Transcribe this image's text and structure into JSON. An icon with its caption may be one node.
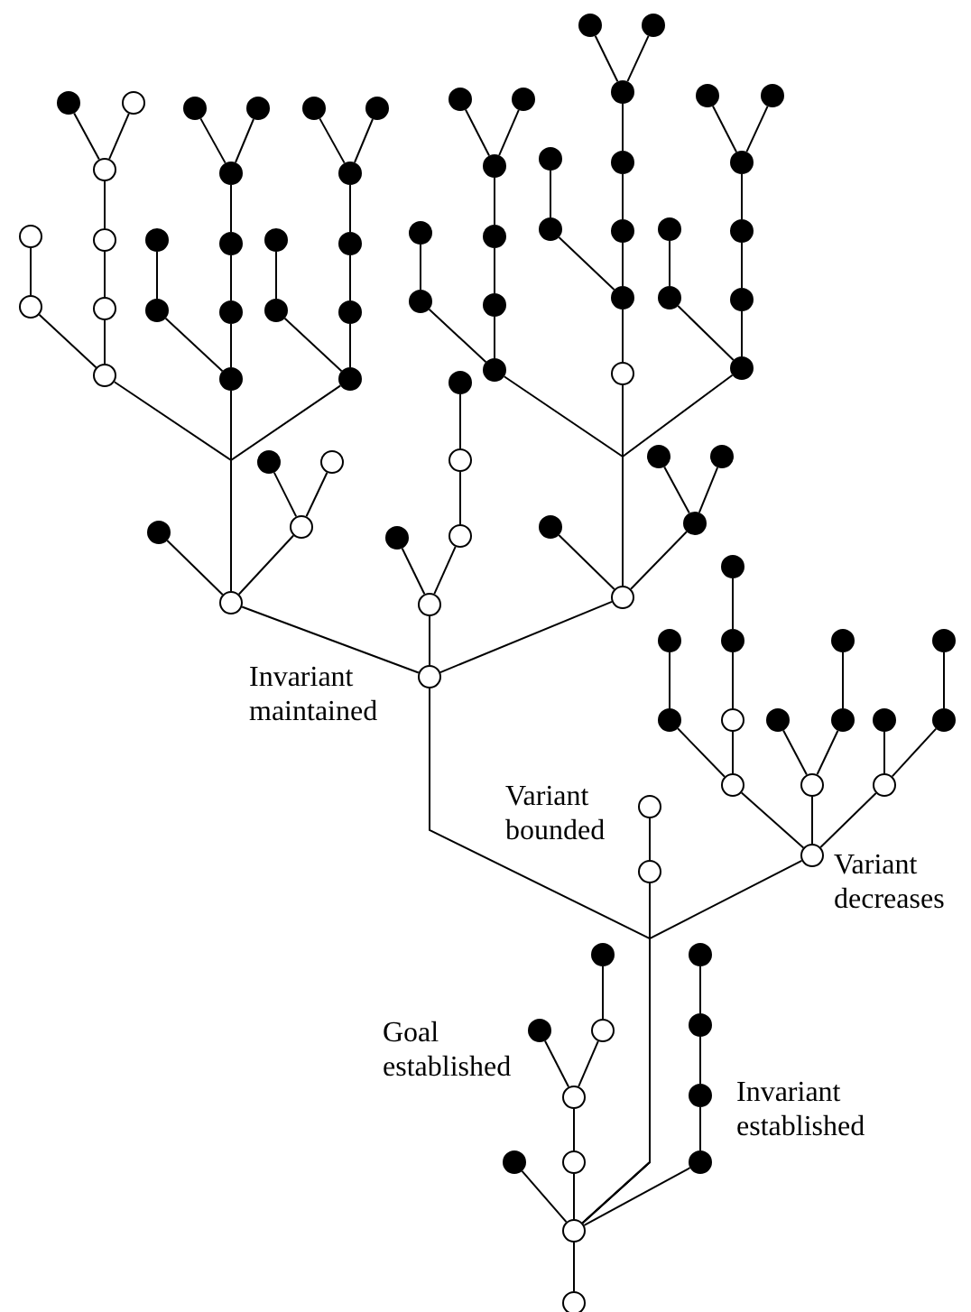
{
  "diagram": {
    "nodes": [
      {
        "text": [],
        "shape": "dot"
      },
      {
        "text": [],
        "shape": "dot"
      },
      {
        "text": [],
        "shape": "dot"
      },
      {
        "text": [],
        "shape": "dot"
      },
      {
        "text": [],
        "shape": "circle"
      },
      {
        "text": [],
        "shape": "dot"
      },
      {
        "text": [],
        "shape": "dot"
      },
      {
        "text": [],
        "shape": "dot"
      },
      {
        "text": [],
        "shape": "dot"
      },
      {
        "text": [],
        "shape": "dot"
      },
      {
        "text": [],
        "shape": "dot"
      },
      {
        "text": [],
        "shape": "dot"
      },
      {
        "text": [],
        "shape": "dot"
      },
      {
        "text": [],
        "shape": "circle"
      },
      {
        "text": [],
        "shape": "dot"
      },
      {
        "text": [],
        "shape": "dot"
      },
      {
        "text": [],
        "shape": "dot"
      },
      {
        "text": [],
        "shape": "dot"
      },
      {
        "text": [],
        "shape": "dot"
      },
      {
        "text": [],
        "shape": "dot"
      },
      {
        "text": [],
        "shape": "circle"
      },
      {
        "text": [],
        "shape": "circle"
      },
      {
        "text": [],
        "shape": "dot"
      },
      {
        "text": [],
        "shape": "dot"
      },
      {
        "text": [],
        "shape": "dot"
      },
      {
        "text": [],
        "shape": "dot"
      },
      {
        "text": [],
        "shape": "dot"
      },
      {
        "text": [],
        "shape": "dot"
      },
      {
        "text": [],
        "shape": "dot"
      },
      {
        "text": [],
        "shape": "dot"
      },
      {
        "text": [],
        "shape": "dot"
      },
      {
        "text": [],
        "shape": "dot"
      },
      {
        "text": [],
        "shape": "circle"
      },
      {
        "text": [],
        "shape": "circle"
      },
      {
        "text": [],
        "shape": "dot"
      },
      {
        "text": [],
        "shape": "dot"
      },
      {
        "text": [],
        "shape": "dot"
      },
      {
        "text": [],
        "shape": "dot"
      },
      {
        "text": [],
        "shape": "dot"
      },
      {
        "text": [],
        "shape": "dot"
      },
      {
        "text": [],
        "shape": "dot"
      },
      {
        "text": [],
        "shape": "dot"
      },
      {
        "text": [],
        "shape": "dot"
      },
      {
        "text": [],
        "shape": "circle"
      },
      {
        "text": [],
        "shape": "dot"
      },
      {
        "text": [],
        "shape": "dot"
      },
      {
        "text": [],
        "shape": "dot"
      },
      {
        "text": [],
        "shape": "dot"
      },
      {
        "text": [],
        "shape": "circle"
      },
      {
        "text": [],
        "shape": "dot"
      },
      {
        "text": [],
        "shape": "dot"
      },
      {
        "text": [],
        "shape": "circle"
      },
      {
        "text": [],
        "shape": "circle"
      },
      {
        "text": [],
        "shape": "dot"
      },
      {
        "text": [],
        "shape": "dot"
      },
      {
        "text": [],
        "shape": "dot"
      },
      {
        "text": [],
        "shape": "circle"
      },
      {
        "text": [],
        "shape": "dot"
      },
      {
        "text": [],
        "shape": "circle"
      },
      {
        "text": [],
        "shape": "dot"
      },
      {
        "text": [],
        "shape": "dot"
      },
      {
        "text": [],
        "shape": "dot"
      },
      {
        "text": [],
        "shape": "circle"
      },
      {
        "text": [],
        "shape": "circle"
      },
      {
        "text": [],
        "shape": "circle"
      },
      {
        "text": [],
        "shape": "dot"
      },
      {
        "text": [],
        "shape": "dot"
      },
      {
        "text": [],
        "shape": "dot"
      },
      {
        "text": [],
        "shape": "dot"
      },
      {
        "text": [],
        "shape": "circle",
        "beside": [
          "Invariant maintained"
        ]
      },
      {
        "text": [],
        "shape": "dot"
      },
      {
        "text": [],
        "shape": "circle"
      },
      {
        "text": [],
        "shape": "dot"
      },
      {
        "text": [],
        "shape": "dot"
      },
      {
        "text": [],
        "shape": "dot"
      },
      {
        "text": [],
        "shape": "dot"
      },
      {
        "text": [],
        "shape": "circle"
      },
      {
        "text": [],
        "shape": "circle"
      },
      {
        "text": [],
        "shape": "circle"
      },
      {
        "text": [],
        "shape": "circle"
      },
      {
        "text": [],
        "shape": "circle",
        "beside": [
          "Variant decreases"
        ]
      },
      {
        "text": [],
        "shape": "circle",
        "beside": [
          "Variant bounded"
        ]
      },
      {
        "text": [],
        "shape": "dot"
      },
      {
        "text": [],
        "shape": "dot"
      },
      {
        "text": [],
        "shape": "dot"
      },
      {
        "text": [],
        "shape": "dot",
        "beside": [
          "Goal established"
        ]
      },
      {
        "text": [],
        "shape": "circle"
      },
      {
        "text": [],
        "shape": "dot"
      },
      {
        "text": [],
        "shape": "circle"
      },
      {
        "text": [],
        "shape": "dot"
      },
      {
        "text": [],
        "shape": "circle"
      },
      {
        "text": [],
        "shape": "dot",
        "beside": [
          "Invariant established"
        ]
      },
      {
        "text": [],
        "shape": "circle"
      },
      {
        "text": [],
        "shape": "circle"
      }
    ],
    "edges": [
      {
        "from": 13,
        "to": 3,
        "arrow": "none"
      },
      {
        "from": 13,
        "to": 4,
        "arrow": "none"
      },
      {
        "from": 21,
        "to": 13,
        "arrow": "none"
      },
      {
        "from": 33,
        "to": 21,
        "arrow": "none"
      },
      {
        "from": 43,
        "to": 33,
        "arrow": "none"
      },
      {
        "from": 32,
        "to": 20,
        "arrow": "none"
      },
      {
        "from": 43,
        "to": 32,
        "arrow": "none"
      },
      {
        "from": 14,
        "to": 5,
        "arrow": "none"
      },
      {
        "from": 14,
        "to": 6,
        "arrow": "none"
      },
      {
        "from": 23,
        "to": 14,
        "arrow": "none"
      },
      {
        "from": 35,
        "to": 23,
        "arrow": "none"
      },
      {
        "from": 44,
        "to": 35,
        "arrow": "none"
      },
      {
        "from": 34,
        "to": 22,
        "arrow": "none"
      },
      {
        "from": 44,
        "to": 34,
        "arrow": "none"
      },
      {
        "from": 15,
        "to": 7,
        "arrow": "none"
      },
      {
        "from": 15,
        "to": 8,
        "arrow": "none"
      },
      {
        "from": 25,
        "to": 15,
        "arrow": "none"
      },
      {
        "from": 37,
        "to": 25,
        "arrow": "none"
      },
      {
        "from": 45,
        "to": 37,
        "arrow": "none"
      },
      {
        "from": 36,
        "to": 24,
        "arrow": "none"
      },
      {
        "from": 45,
        "to": 36,
        "arrow": "none"
      },
      {
        "from": 62,
        "to": 43,
        "arrow": "none"
      },
      {
        "from": 62,
        "to": 44,
        "arrow": "none"
      },
      {
        "from": 62,
        "to": 45,
        "arrow": "none"
      },
      {
        "from": 62,
        "to": 55,
        "arrow": "none"
      },
      {
        "from": 62,
        "to": 56,
        "arrow": "none"
      },
      {
        "from": 56,
        "to": 50,
        "arrow": "none"
      },
      {
        "from": 56,
        "to": 51,
        "arrow": "none"
      },
      {
        "from": 69,
        "to": 62,
        "arrow": "none"
      },
      {
        "from": 52,
        "to": 46,
        "arrow": "none"
      },
      {
        "from": 58,
        "to": 52,
        "arrow": "none"
      },
      {
        "from": 63,
        "to": 58,
        "arrow": "none"
      },
      {
        "from": 63,
        "to": 57,
        "arrow": "none"
      },
      {
        "from": 69,
        "to": 63,
        "arrow": "none"
      },
      {
        "from": 2,
        "to": 0,
        "arrow": "none"
      },
      {
        "from": 2,
        "to": 1,
        "arrow": "none"
      },
      {
        "from": 18,
        "to": 2,
        "arrow": "none"
      },
      {
        "from": 29,
        "to": 18,
        "arrow": "none"
      },
      {
        "from": 40,
        "to": 29,
        "arrow": "none"
      },
      {
        "from": 48,
        "to": 40,
        "arrow": "none"
      },
      {
        "from": 28,
        "to": 17,
        "arrow": "none"
      },
      {
        "from": 40,
        "to": 28,
        "arrow": "none"
      },
      {
        "from": 16,
        "to": 9,
        "arrow": "none"
      },
      {
        "from": 16,
        "to": 10,
        "arrow": "none"
      },
      {
        "from": 27,
        "to": 16,
        "arrow": "none"
      },
      {
        "from": 39,
        "to": 27,
        "arrow": "none"
      },
      {
        "from": 47,
        "to": 39,
        "arrow": "none"
      },
      {
        "from": 38,
        "to": 26,
        "arrow": "none"
      },
      {
        "from": 47,
        "to": 38,
        "arrow": "none"
      },
      {
        "from": 19,
        "to": 11,
        "arrow": "none"
      },
      {
        "from": 19,
        "to": 12,
        "arrow": "none"
      },
      {
        "from": 31,
        "to": 19,
        "arrow": "none"
      },
      {
        "from": 42,
        "to": 31,
        "arrow": "none"
      },
      {
        "from": 49,
        "to": 42,
        "arrow": "none"
      },
      {
        "from": 41,
        "to": 30,
        "arrow": "none"
      },
      {
        "from": 49,
        "to": 41,
        "arrow": "none"
      },
      {
        "from": 64,
        "to": 47,
        "arrow": "none"
      },
      {
        "from": 64,
        "to": 48,
        "arrow": "none"
      },
      {
        "from": 64,
        "to": 49,
        "arrow": "none"
      },
      {
        "from": 64,
        "to": 59,
        "arrow": "none"
      },
      {
        "from": 64,
        "to": 60,
        "arrow": "none"
      },
      {
        "from": 60,
        "to": 53,
        "arrow": "none"
      },
      {
        "from": 60,
        "to": 54,
        "arrow": "none"
      },
      {
        "from": 69,
        "to": 64,
        "arrow": "none"
      },
      {
        "from": 66,
        "to": 61,
        "arrow": "none"
      },
      {
        "from": 71,
        "to": 66,
        "arrow": "none"
      },
      {
        "from": 76,
        "to": 71,
        "arrow": "none"
      },
      {
        "from": 70,
        "to": 65,
        "arrow": "none"
      },
      {
        "from": 76,
        "to": 70,
        "arrow": "none"
      },
      {
        "from": 73,
        "to": 67,
        "arrow": "none"
      },
      {
        "from": 77,
        "to": 73,
        "arrow": "none"
      },
      {
        "from": 77,
        "to": 72,
        "arrow": "none"
      },
      {
        "from": 75,
        "to": 68,
        "arrow": "none"
      },
      {
        "from": 78,
        "to": 75,
        "arrow": "none"
      },
      {
        "from": 78,
        "to": 74,
        "arrow": "none"
      },
      {
        "from": 80,
        "to": 76,
        "arrow": "none"
      },
      {
        "from": 80,
        "to": 77,
        "arrow": "none"
      },
      {
        "from": 80,
        "to": 78,
        "arrow": "none"
      },
      {
        "from": 81,
        "to": 79,
        "arrow": "none"
      },
      {
        "from": 92,
        "to": 69,
        "arrow": "none"
      },
      {
        "from": 92,
        "to": 80,
        "arrow": "none"
      },
      {
        "from": 92,
        "to": 81,
        "arrow": "none"
      },
      {
        "from": 86,
        "to": 82,
        "arrow": "none"
      },
      {
        "from": 88,
        "to": 86,
        "arrow": "none"
      },
      {
        "from": 88,
        "to": 85,
        "arrow": "none"
      },
      {
        "from": 90,
        "to": 88,
        "arrow": "none"
      },
      {
        "from": 92,
        "to": 90,
        "arrow": "none"
      },
      {
        "from": 92,
        "to": 89,
        "arrow": "none"
      },
      {
        "from": 84,
        "to": 83,
        "arrow": "none"
      },
      {
        "from": 87,
        "to": 84,
        "arrow": "none"
      },
      {
        "from": 91,
        "to": 87,
        "arrow": "none"
      },
      {
        "from": 92,
        "to": 91,
        "arrow": "none"
      },
      {
        "from": 93,
        "to": 92,
        "arrow": "none"
      }
    ]
  }
}
